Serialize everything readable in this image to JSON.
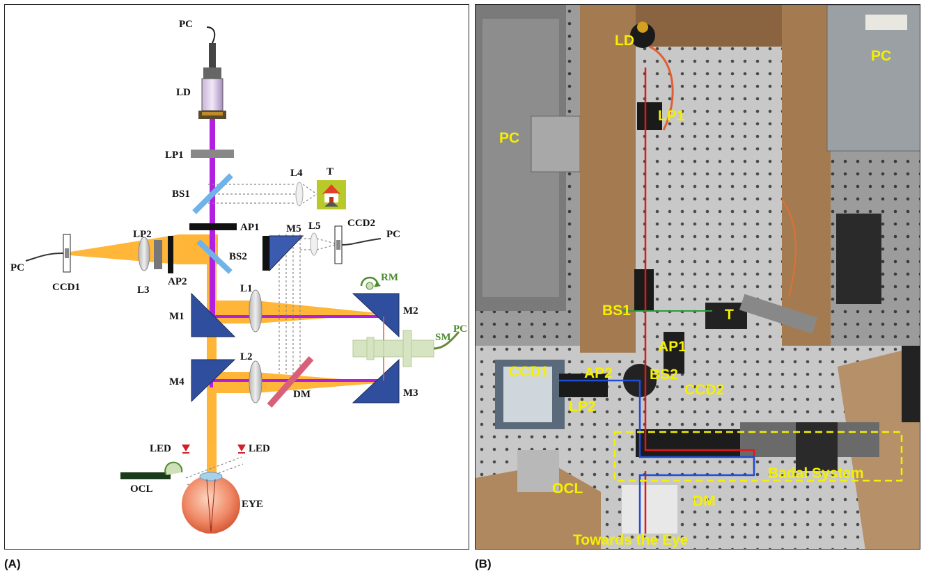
{
  "panels": {
    "a_label": "(A)",
    "b_label": "(B)"
  },
  "schematic": {
    "pc_top": "PC",
    "ld": "LD",
    "lp1": "LP1",
    "bs1": "BS1",
    "l4": "L4",
    "t": "T",
    "ap1": "AP1",
    "lp2": "LP2",
    "bs2": "BS2",
    "m5": "M5",
    "l5": "L5",
    "ccd2": "CCD2",
    "pc_ccd2": "PC",
    "pc_ccd1": "PC",
    "ccd1": "CCD1",
    "l3": "L3",
    "ap2": "AP2",
    "rm": "RM",
    "m1": "M1",
    "l1": "L1",
    "m2": "M2",
    "sm": "SM",
    "pc_sm": "PC",
    "m4": "M4",
    "l2": "L2",
    "dm": "DM",
    "m3": "M3",
    "led_left": "LED",
    "led_right": "LED",
    "ocl": "OCL",
    "eye": "EYE"
  },
  "photo": {
    "ld": "LD",
    "pc_right": "PC",
    "lp1": "LP1",
    "pc_left": "PC",
    "bs1": "BS1",
    "t": "T",
    "ap2": "AP2",
    "ap1": "AP1",
    "ccd1": "CCD1",
    "bs2": "BS2",
    "ccd2": "CCD2",
    "lp2": "LP2",
    "badal": "Badal System",
    "ocl": "OCL",
    "dm": "DM",
    "towards": "Towards the Eye"
  },
  "colors": {
    "laser_violet": "#b21fe0",
    "beam_orange": "#ffb22e",
    "mirror_blue": "#2f4f9e",
    "label_yellow": "#f5f000",
    "path_red": "#e01818",
    "path_blue": "#1d4fd6"
  }
}
